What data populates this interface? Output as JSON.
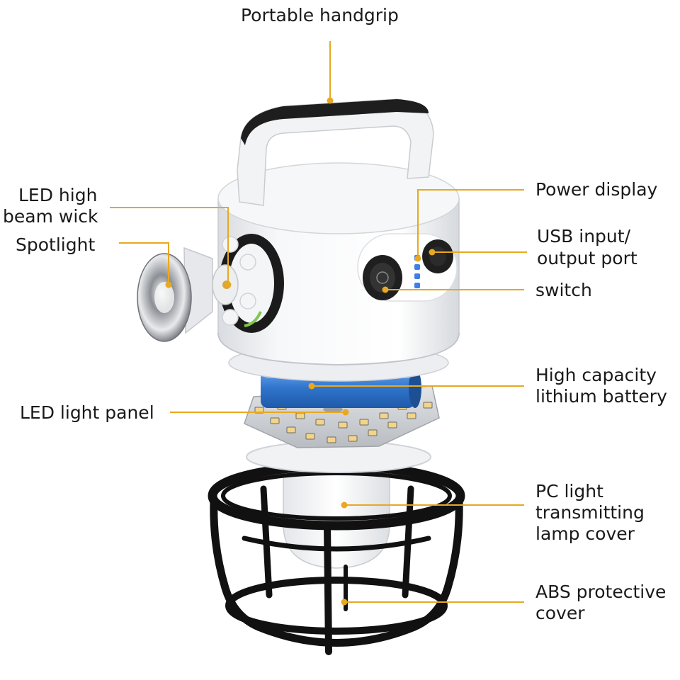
{
  "colors": {
    "leader_line": "#e8a820",
    "leader_dot": "#e8a820",
    "lamp_body": "#f4f5f7",
    "handle_grip": "#1e1e1e",
    "cage": "#111111",
    "battery": "#3f86d8",
    "led_panel": "#cfd2d6",
    "indicator_leds": "#3d7fe6"
  },
  "labels": {
    "handgrip": "Portable handgrip",
    "led_wick_line1": "LED high",
    "led_wick_line2": "beam wick",
    "spotlight": "Spotlight",
    "power_display": "Power display",
    "usb_line1": "USB input/",
    "usb_line2": "output port",
    "switch": "switch",
    "battery_line1": "High capacity",
    "battery_line2": "lithium battery",
    "led_panel": "LED light panel",
    "cover_line1": "PC light",
    "cover_line2": "transmitting",
    "cover_line3": "lamp cover",
    "abs_line1": "ABS protective",
    "abs_line2": "cover"
  }
}
